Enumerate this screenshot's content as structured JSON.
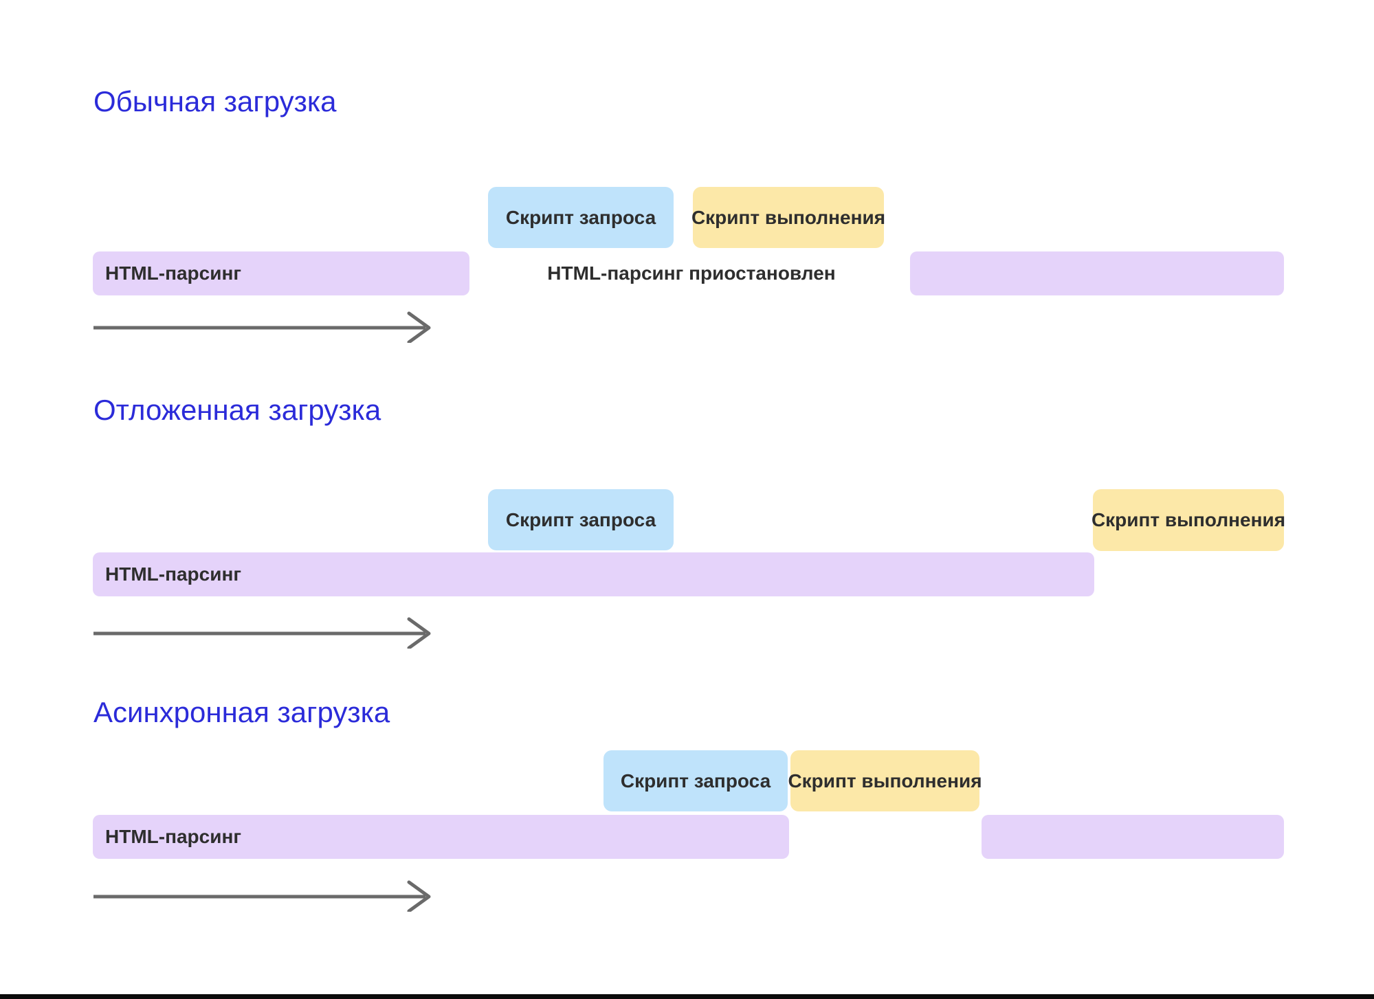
{
  "colors": {
    "title": "#2B2BD9",
    "request-fill": "#BFE3FB",
    "execution-fill": "#FCE8A8",
    "parsing-fill": "#E5D3FA",
    "label-text": "#2E2E2E",
    "arrow": "#6A6A6A",
    "footer": "#0B0B0B"
  },
  "sections": [
    {
      "title": "Обычная загрузка",
      "request_label": "Скрипт запроса",
      "execution_label": "Скрипт выполнения",
      "parsing_label": "HTML-парсинг",
      "parsing_paused_label": "HTML-парсинг приостановлен"
    },
    {
      "title": "Отложенная загрузка",
      "request_label": "Скрипт запроса",
      "execution_label": "Скрипт выполнения",
      "parsing_label": "HTML-парсинг"
    },
    {
      "title": "Асинхронная загрузка",
      "request_label": "Скрипт запроса",
      "execution_label": "Скрипт выполнения",
      "parsing_label": "HTML-парсинг"
    }
  ]
}
